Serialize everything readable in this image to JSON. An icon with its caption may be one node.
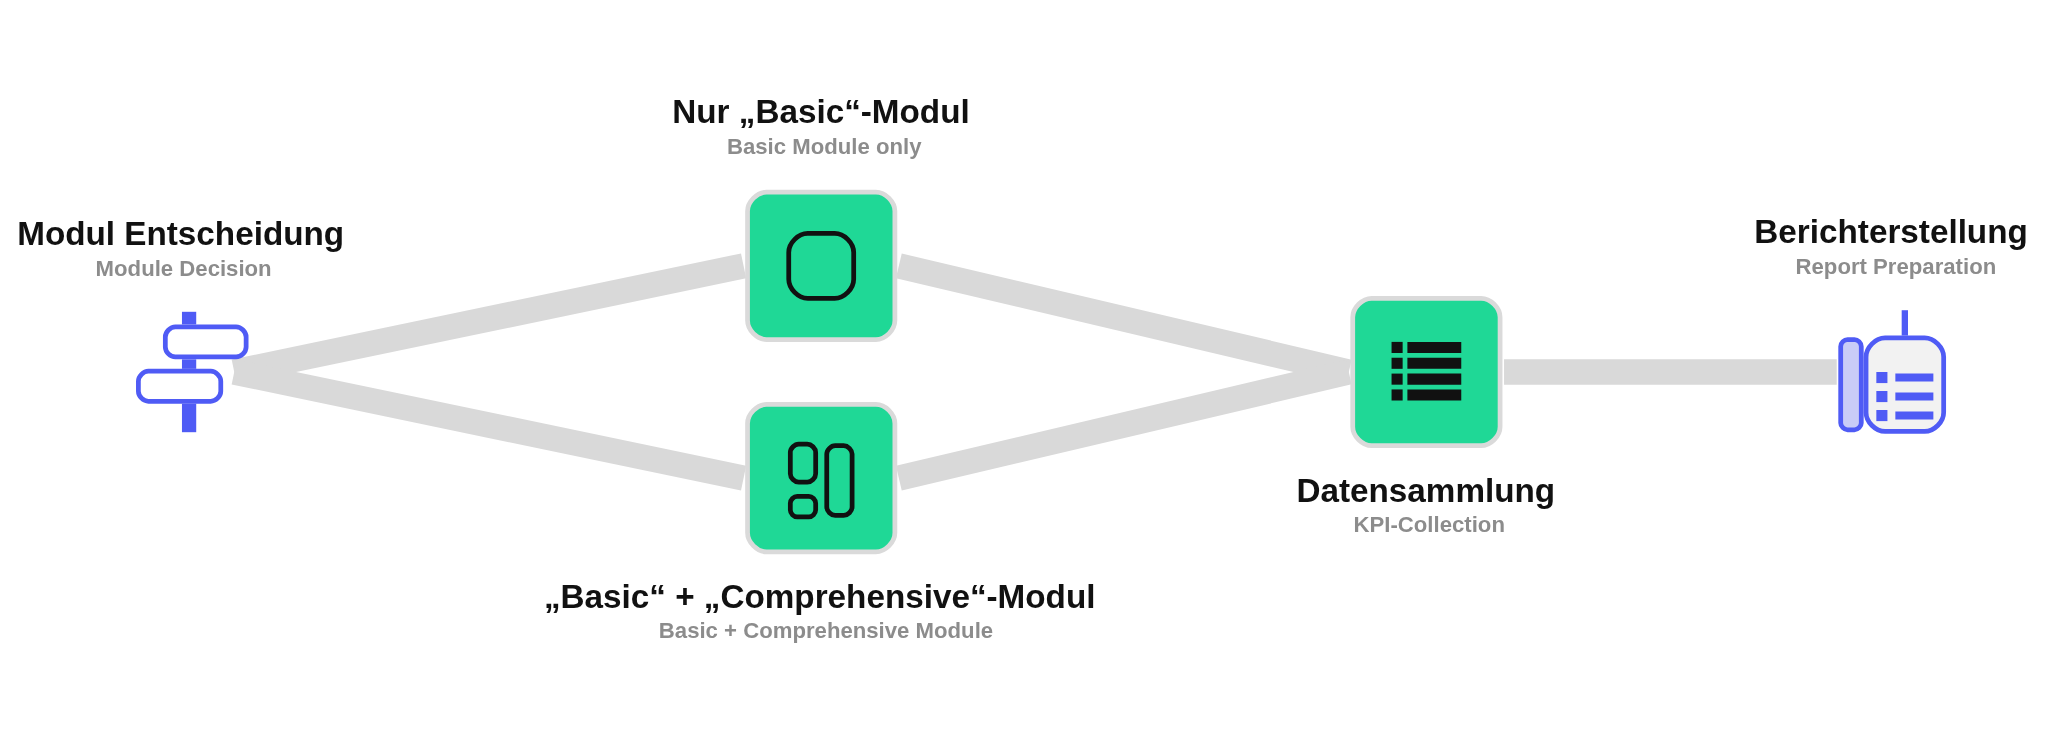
{
  "diagram": {
    "nodes": [
      {
        "text": [
          "Modul Entscheidung",
          "Module Decision"
        ]
      },
      {
        "text": [
          "Nur „Basic“-Modul",
          "Basic Module only"
        ]
      },
      {
        "text": [
          "„Basic“ + „Comprehensive“-Modul",
          "Basic + Comprehensive Module"
        ]
      },
      {
        "text": [
          "Datensammlung",
          "KPI-Collection"
        ]
      },
      {
        "text": [
          "Berichterstellung",
          "Report Preparation"
        ]
      }
    ],
    "edges": [
      {
        "from": 0,
        "to": 1,
        "arrow": "none"
      },
      {
        "from": 0,
        "to": 2,
        "arrow": "none"
      },
      {
        "from": 1,
        "to": 3,
        "arrow": "none"
      },
      {
        "from": 2,
        "to": 3,
        "arrow": "none"
      },
      {
        "from": 3,
        "to": 4,
        "arrow": "none"
      }
    ]
  }
}
